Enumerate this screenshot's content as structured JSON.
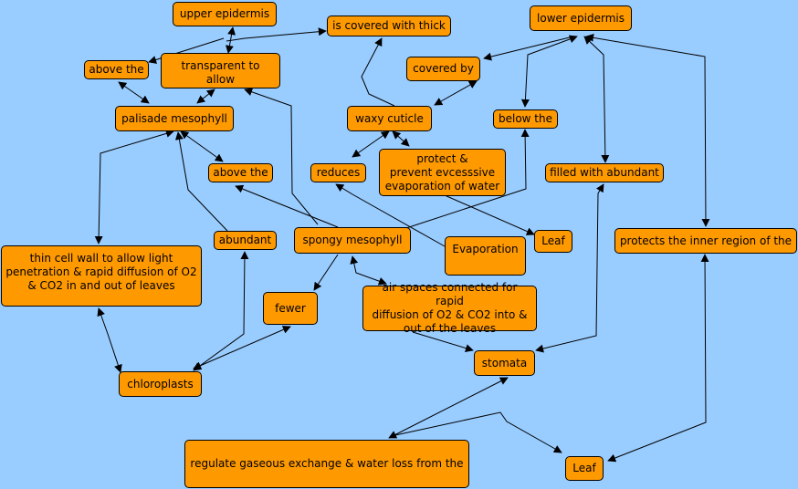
{
  "concept_map": {
    "nodes": {
      "upper_epidermis": "upper epidermis",
      "is_covered_with_thick": "is covered with thick",
      "lower_epidermis": "lower epidermis",
      "above_the_1": "above the",
      "transparent_to_allow": "transparent to allow",
      "covered_by": "covered by",
      "palisade_mesophyll": "palisade mesophyll",
      "waxy_cuticle": "waxy cuticle",
      "below_the": "below the",
      "above_the_2": "above the",
      "reduces": "reduces",
      "protect_prevent": "protect &\nprevent evcesssive\nevaporation of water",
      "filled_with_abundant": "filled with abundant",
      "abundant": "abundant",
      "spongy_mesophyll": "spongy mesophyll",
      "evaporation": "Evaporation",
      "leaf_1": "Leaf",
      "protects_inner_region": "protects the inner region of the",
      "thin_cell_wall": "thin cell wall to allow light\npenetration & rapid diffusion of O2\n& CO2 in and out of leaves",
      "fewer": "fewer",
      "air_spaces": "air spaces connected for rapid\ndiffusion of O2 & CO2 into &\nout of the leaves",
      "stomata": "stomata",
      "chloroplasts": "chloroplasts",
      "regulate_gaseous": "regulate gaseous exchange & water loss from the",
      "leaf_2": "Leaf"
    }
  }
}
